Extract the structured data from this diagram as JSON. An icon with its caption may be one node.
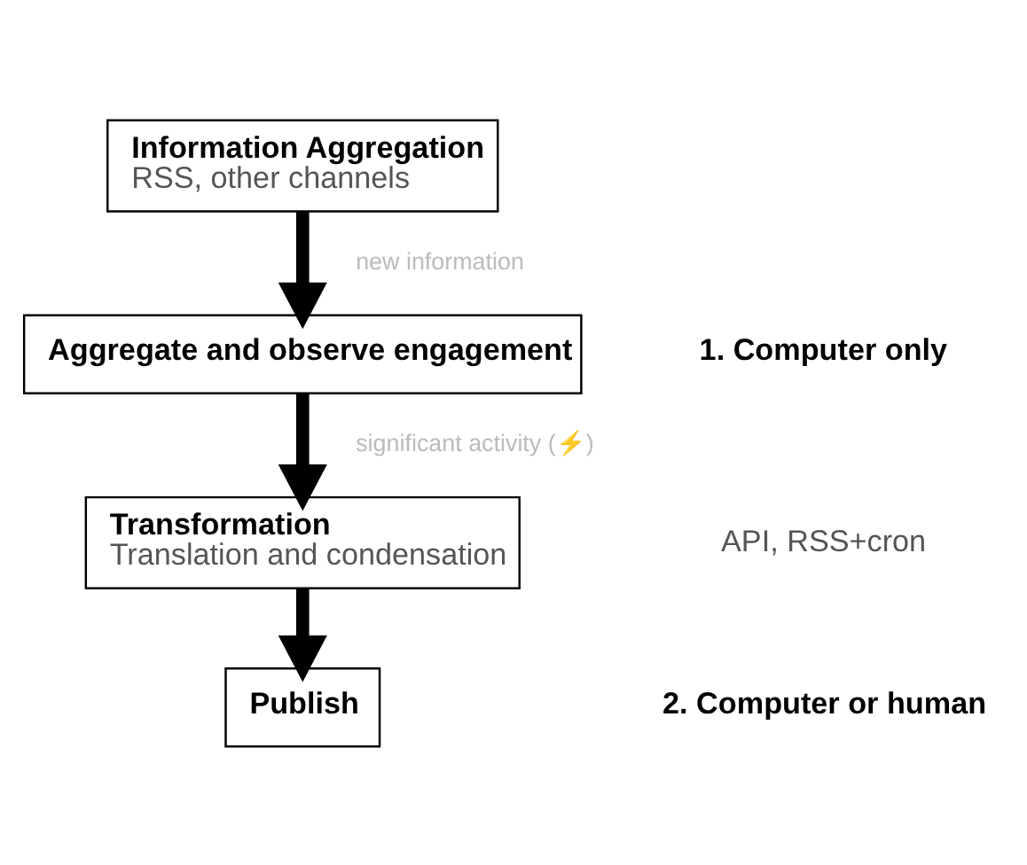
{
  "diagram": {
    "nodes": [
      {
        "text": [
          "Information Aggregation",
          "RSS, other channels"
        ]
      },
      {
        "text": [
          "Aggregate and observe engagement"
        ]
      },
      {
        "text": [
          "Transformation",
          "Translation and condensation"
        ]
      },
      {
        "text": [
          "Publish"
        ]
      }
    ],
    "edges": [
      {
        "from": 0,
        "to": 1,
        "arrow": "to",
        "label": "new information"
      },
      {
        "from": 1,
        "to": 2,
        "arrow": "to",
        "label": "significant activity (⚡)"
      },
      {
        "from": 2,
        "to": 3,
        "arrow": "to"
      }
    ],
    "labels": [
      "1. Computer only",
      "API, RSS+cron",
      "2. Computer or human"
    ]
  }
}
